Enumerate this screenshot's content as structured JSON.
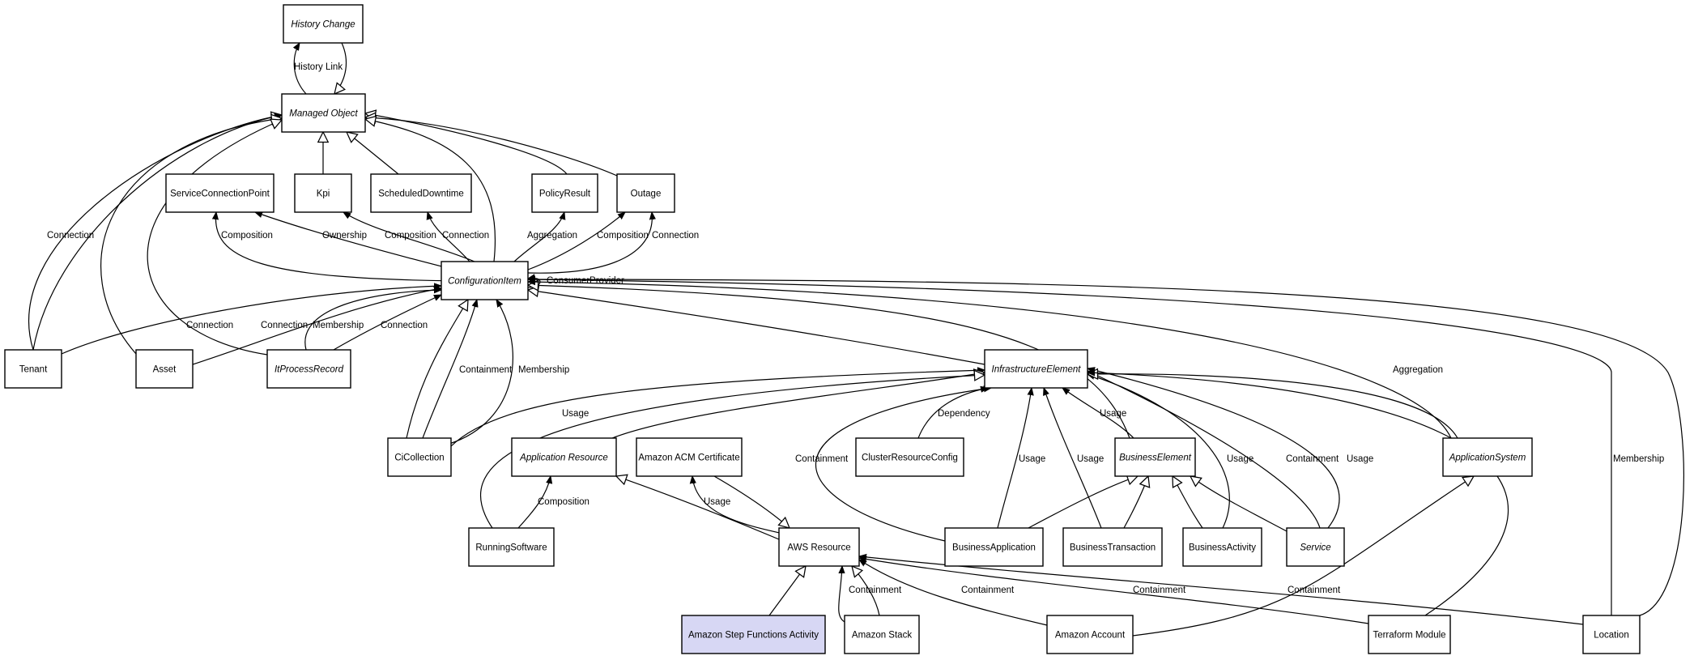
{
  "diagram": {
    "nodes": [
      {
        "id": "history_change",
        "label": "History Change",
        "abstract": true
      },
      {
        "id": "managed_object",
        "label": "Managed Object",
        "abstract": true
      },
      {
        "id": "service_connection_point",
        "label": "ServiceConnectionPoint",
        "abstract": false
      },
      {
        "id": "kpi",
        "label": "Kpi",
        "abstract": false
      },
      {
        "id": "scheduled_downtime",
        "label": "ScheduledDowntime",
        "abstract": false
      },
      {
        "id": "policy_result",
        "label": "PolicyResult",
        "abstract": false
      },
      {
        "id": "outage",
        "label": "Outage",
        "abstract": false
      },
      {
        "id": "configuration_item",
        "label": "ConfigurationItem",
        "abstract": true
      },
      {
        "id": "tenant",
        "label": "Tenant",
        "abstract": false
      },
      {
        "id": "asset",
        "label": "Asset",
        "abstract": false
      },
      {
        "id": "it_process_record",
        "label": "ItProcessRecord",
        "abstract": true
      },
      {
        "id": "infrastructure_element",
        "label": "InfrastructureElement",
        "abstract": true
      },
      {
        "id": "ci_collection",
        "label": "CiCollection",
        "abstract": false
      },
      {
        "id": "application_resource",
        "label": "Application Resource",
        "abstract": true
      },
      {
        "id": "amazon_acm_certificate",
        "label": "Amazon ACM Certificate",
        "abstract": false
      },
      {
        "id": "cluster_resource_config",
        "label": "ClusterResourceConfig",
        "abstract": false
      },
      {
        "id": "business_element",
        "label": "BusinessElement",
        "abstract": true
      },
      {
        "id": "application_system",
        "label": "ApplicationSystem",
        "abstract": true
      },
      {
        "id": "running_software",
        "label": "RunningSoftware",
        "abstract": false
      },
      {
        "id": "aws_resource",
        "label": "AWS Resource",
        "abstract": false
      },
      {
        "id": "business_application",
        "label": "BusinessApplication",
        "abstract": false
      },
      {
        "id": "business_transaction",
        "label": "BusinessTransaction",
        "abstract": false
      },
      {
        "id": "business_activity",
        "label": "BusinessActivity",
        "abstract": false
      },
      {
        "id": "service",
        "label": "Service",
        "abstract": true
      },
      {
        "id": "amazon_step_functions_activity",
        "label": "Amazon Step Functions Activity",
        "abstract": false,
        "highlighted": true
      },
      {
        "id": "amazon_stack",
        "label": "Amazon Stack",
        "abstract": false
      },
      {
        "id": "amazon_account",
        "label": "Amazon Account",
        "abstract": false
      },
      {
        "id": "terraform_module",
        "label": "Terraform Module",
        "abstract": false
      },
      {
        "id": "location",
        "label": "Location",
        "abstract": false
      }
    ],
    "edges": [
      {
        "id": "e01",
        "from": "managed_object",
        "to": "history_change",
        "label": "History Link",
        "kind": "association"
      },
      {
        "id": "e02",
        "from": "history_change",
        "to": "managed_object",
        "label": "",
        "kind": "inheritance"
      },
      {
        "id": "e03",
        "from": "kpi",
        "to": "managed_object",
        "label": "",
        "kind": "inheritance"
      },
      {
        "id": "e04",
        "from": "scheduled_downtime",
        "to": "managed_object",
        "label": "",
        "kind": "inheritance"
      },
      {
        "id": "e05",
        "from": "policy_result",
        "to": "managed_object",
        "label": "",
        "kind": "inheritance"
      },
      {
        "id": "e06",
        "from": "outage",
        "to": "managed_object",
        "label": "",
        "kind": "inheritance"
      },
      {
        "id": "e07",
        "from": "configuration_item",
        "to": "managed_object",
        "label": "",
        "kind": "inheritance"
      },
      {
        "id": "e08",
        "from": "tenant",
        "to": "managed_object",
        "label": "",
        "kind": "inheritance"
      },
      {
        "id": "e09",
        "from": "tenant",
        "to": "managed_object",
        "label": "Connection",
        "kind": "association"
      },
      {
        "id": "e10",
        "from": "asset",
        "to": "managed_object",
        "label": "",
        "kind": "inheritance"
      },
      {
        "id": "e11",
        "from": "it_process_record",
        "to": "managed_object",
        "label": "",
        "kind": "inheritance"
      },
      {
        "id": "e12",
        "from": "configuration_item",
        "to": "service_connection_point",
        "label": "Composition",
        "kind": "association"
      },
      {
        "id": "e13",
        "from": "configuration_item",
        "to": "service_connection_point",
        "label": "Ownership",
        "kind": "association"
      },
      {
        "id": "e14",
        "from": "configuration_item",
        "to": "kpi",
        "label": "Composition",
        "kind": "association"
      },
      {
        "id": "e15",
        "from": "configuration_item",
        "to": "scheduled_downtime",
        "label": "Connection",
        "kind": "association"
      },
      {
        "id": "e16",
        "from": "configuration_item",
        "to": "policy_result",
        "label": "Aggregation",
        "kind": "association"
      },
      {
        "id": "e17",
        "from": "configuration_item",
        "to": "outage",
        "label": "Composition",
        "kind": "association"
      },
      {
        "id": "e18",
        "from": "configuration_item",
        "to": "outage",
        "label": "Connection",
        "kind": "association"
      },
      {
        "id": "e19",
        "from": "configuration_item",
        "to": "configuration_item",
        "label": "ConsumerProvider",
        "kind": "association"
      },
      {
        "id": "e20",
        "from": "tenant",
        "to": "configuration_item",
        "label": "Connection",
        "kind": "association"
      },
      {
        "id": "e21",
        "from": "asset",
        "to": "configuration_item",
        "label": "Connection",
        "kind": "association"
      },
      {
        "id": "e22",
        "from": "it_process_record",
        "to": "configuration_item",
        "label": "Membership",
        "kind": "association"
      },
      {
        "id": "e23",
        "from": "it_process_record",
        "to": "configuration_item",
        "label": "Connection",
        "kind": "association"
      },
      {
        "id": "e24",
        "from": "ci_collection",
        "to": "configuration_item",
        "label": "",
        "kind": "inheritance"
      },
      {
        "id": "e25",
        "from": "ci_collection",
        "to": "configuration_item",
        "label": "Containment",
        "kind": "association"
      },
      {
        "id": "e26",
        "from": "ci_collection",
        "to": "configuration_item",
        "label": "Membership",
        "kind": "association"
      },
      {
        "id": "e27",
        "from": "infrastructure_element",
        "to": "configuration_item",
        "label": "",
        "kind": "inheritance"
      },
      {
        "id": "e28",
        "from": "business_element",
        "to": "configuration_item",
        "label": "",
        "kind": "inheritance"
      },
      {
        "id": "e29",
        "from": "application_system",
        "to": "configuration_item",
        "label": "Aggregation",
        "kind": "association"
      },
      {
        "id": "e30",
        "from": "location",
        "to": "configuration_item",
        "label": "Membership",
        "kind": "association"
      },
      {
        "id": "e31",
        "from": "location",
        "to": "configuration_item",
        "label": "",
        "kind": "association"
      },
      {
        "id": "e32",
        "from": "ci_collection",
        "to": "infrastructure_element",
        "label": "Usage",
        "kind": "association"
      },
      {
        "id": "e33",
        "from": "application_resource",
        "to": "infrastructure_element",
        "label": "",
        "kind": "inheritance"
      },
      {
        "id": "e34",
        "from": "running_software",
        "to": "infrastructure_element",
        "label": "",
        "kind": "inheritance"
      },
      {
        "id": "e35",
        "from": "cluster_resource_config",
        "to": "infrastructure_element",
        "label": "Dependency",
        "kind": "association"
      },
      {
        "id": "e36",
        "from": "business_application",
        "to": "infrastructure_element",
        "label": "Containment",
        "kind": "association"
      },
      {
        "id": "e37",
        "from": "business_application",
        "to": "infrastructure_element",
        "label": "Usage",
        "kind": "association"
      },
      {
        "id": "e38",
        "from": "business_transaction",
        "to": "infrastructure_element",
        "label": "Usage",
        "kind": "association"
      },
      {
        "id": "e39",
        "from": "business_element",
        "to": "infrastructure_element",
        "label": "Usage",
        "kind": "association"
      },
      {
        "id": "e40",
        "from": "business_activity",
        "to": "infrastructure_element",
        "label": "Usage",
        "kind": "association"
      },
      {
        "id": "e41",
        "from": "service",
        "to": "infrastructure_element",
        "label": "Containment",
        "kind": "association"
      },
      {
        "id": "e42",
        "from": "service",
        "to": "infrastructure_element",
        "label": "Usage",
        "kind": "association"
      },
      {
        "id": "e43",
        "from": "application_system",
        "to": "infrastructure_element",
        "label": "",
        "kind": "inheritance"
      },
      {
        "id": "e44",
        "from": "terraform_module",
        "to": "infrastructure_element",
        "label": "",
        "kind": "association"
      },
      {
        "id": "e45",
        "from": "running_software",
        "to": "application_resource",
        "label": "Composition",
        "kind": "association"
      },
      {
        "id": "e46",
        "from": "aws_resource",
        "to": "application_resource",
        "label": "",
        "kind": "inheritance"
      },
      {
        "id": "e47",
        "from": "aws_resource",
        "to": "amazon_acm_certificate",
        "label": "Usage",
        "kind": "association"
      },
      {
        "id": "e48",
        "from": "amazon_acm_certificate",
        "to": "aws_resource",
        "label": "",
        "kind": "inheritance"
      },
      {
        "id": "e49",
        "from": "business_application",
        "to": "business_element",
        "label": "",
        "kind": "inheritance"
      },
      {
        "id": "e50",
        "from": "business_transaction",
        "to": "business_element",
        "label": "",
        "kind": "inheritance"
      },
      {
        "id": "e51",
        "from": "business_activity",
        "to": "business_element",
        "label": "",
        "kind": "inheritance"
      },
      {
        "id": "e52",
        "from": "service",
        "to": "business_element",
        "label": "",
        "kind": "inheritance"
      },
      {
        "id": "e53",
        "from": "amazon_account",
        "to": "application_system",
        "label": "",
        "kind": "inheritance"
      },
      {
        "id": "e54",
        "from": "amazon_step_functions_activity",
        "to": "aws_resource",
        "label": "",
        "kind": "inheritance"
      },
      {
        "id": "e55",
        "from": "amazon_stack",
        "to": "aws_resource",
        "label": "",
        "kind": "inheritance"
      },
      {
        "id": "e56",
        "from": "amazon_stack",
        "to": "aws_resource",
        "label": "Containment",
        "kind": "association"
      },
      {
        "id": "e57",
        "from": "amazon_account",
        "to": "aws_resource",
        "label": "Containment",
        "kind": "association"
      },
      {
        "id": "e58",
        "from": "terraform_module",
        "to": "aws_resource",
        "label": "Containment",
        "kind": "association"
      },
      {
        "id": "e59",
        "from": "location",
        "to": "aws_resource",
        "label": "Containment",
        "kind": "association"
      }
    ]
  }
}
